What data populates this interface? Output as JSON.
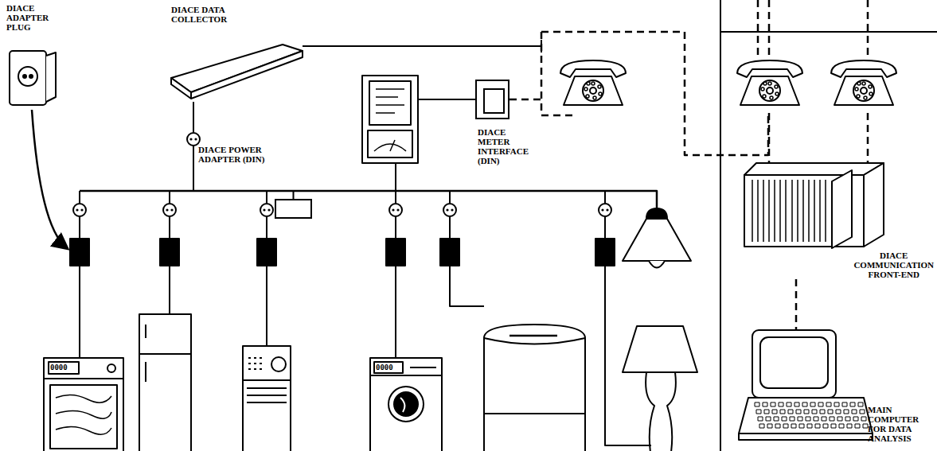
{
  "diagram": {
    "nodes": [
      {
        "text": [
          "DIACE ADAPTER PLUG"
        ]
      },
      {
        "text": [
          "DIACE DATA COLLECTOR"
        ]
      },
      {
        "text": [
          "DIACE POWER ADAPTER (DIN)"
        ]
      },
      {
        "text": [
          "DIACE METER INTERFACE (DIN)"
        ]
      },
      {
        "text": [
          "DIACE COMMUNICATION FRONT-END"
        ]
      },
      {
        "text": [
          "MAIN COMPUTER FOR DATA ANALYSIS"
        ]
      }
    ],
    "edges": [
      {
        "from": 1,
        "to": 2,
        "arrow": "none"
      },
      {
        "from": 4,
        "to": 5,
        "arrow": "none"
      }
    ],
    "labels": [
      "0000",
      "0000"
    ]
  }
}
